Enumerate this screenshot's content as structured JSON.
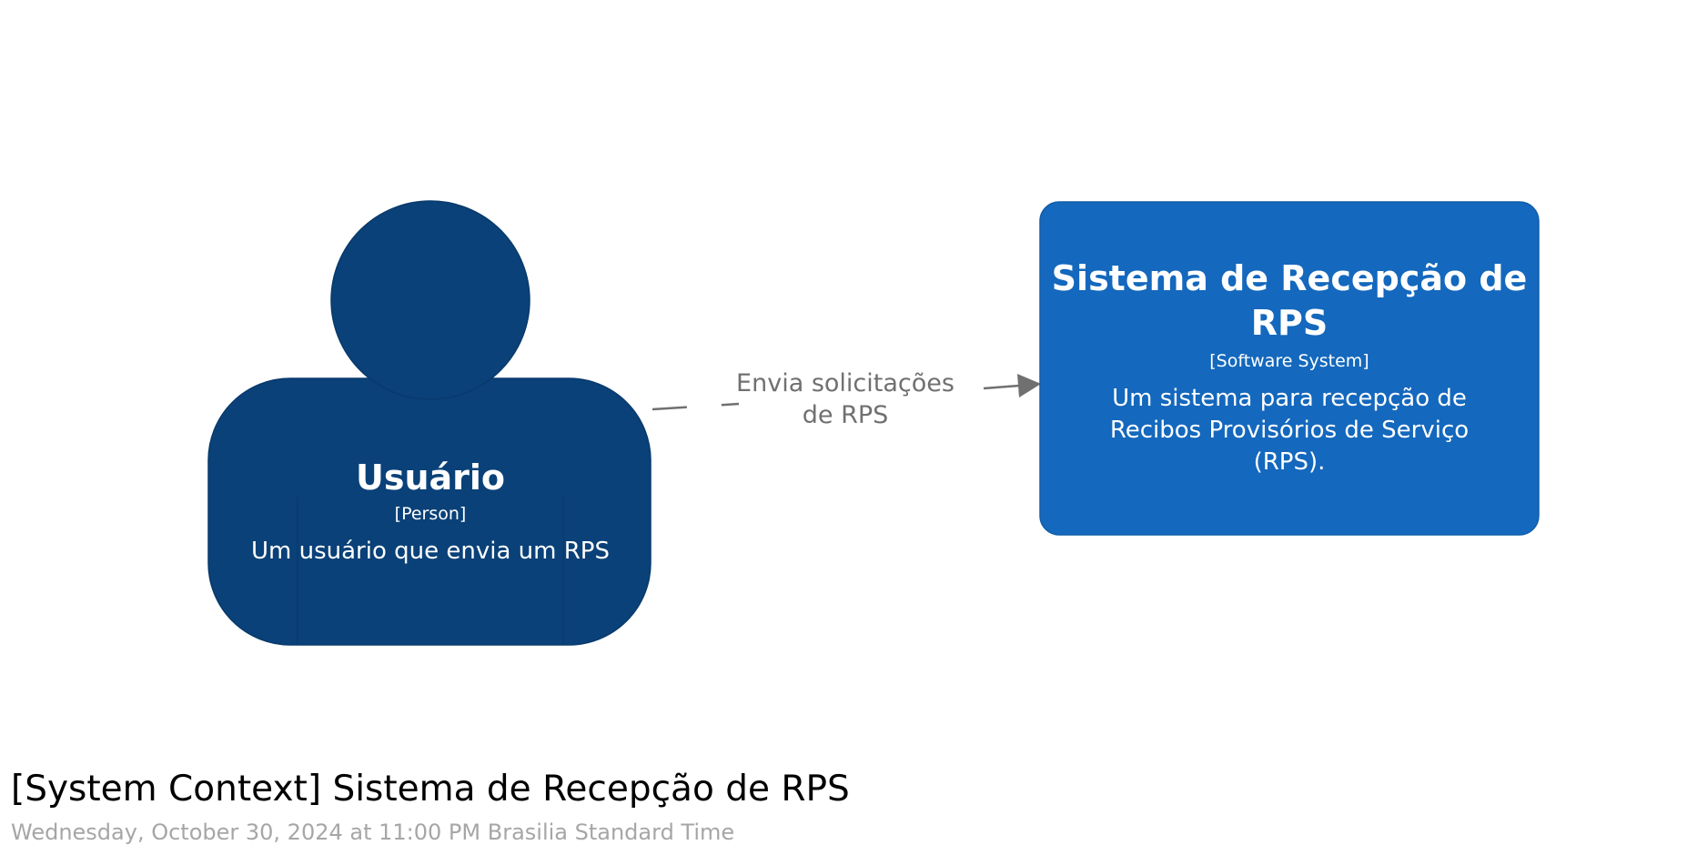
{
  "colors": {
    "person": "#0a4178",
    "person_outline": "#083a6c",
    "software_system": "#1468bd",
    "software_system_outline": "#125ea9",
    "relationship": "#707070",
    "title": "#000000",
    "date": "#a6a6a6",
    "background": "#ffffff"
  },
  "diagram": {
    "title": "[System Context] Sistema de Recepção de RPS",
    "date": "Wednesday, October 30, 2024 at 11:00 PM Brasilia Standard Time"
  },
  "person": {
    "name": "Usuário",
    "type": "[Person]",
    "description": "Um usuário que envia um RPS",
    "icon": "person-shape"
  },
  "software_system": {
    "name_line1": "Sistema de Recepção de",
    "name_line2": "RPS",
    "type": "[Software System]",
    "description_line1": "Um sistema para recepção de",
    "description_line2": "Recibos Provisórios de Serviço",
    "description_line3": "(RPS)."
  },
  "relationship": {
    "label_line1": "Envia solicitações",
    "label_line2": "de RPS",
    "style": "dashed",
    "direction": "person-to-software-system"
  }
}
